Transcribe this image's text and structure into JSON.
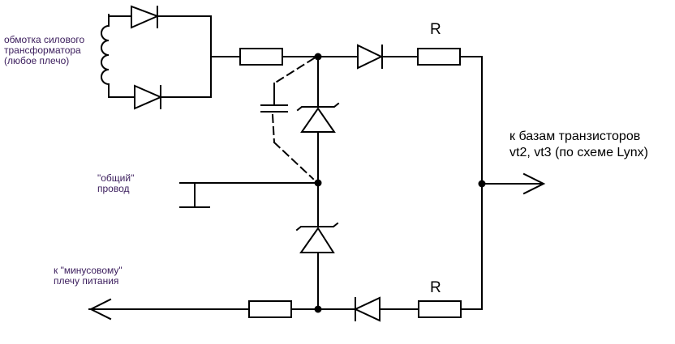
{
  "labels": {
    "winding": [
      "обмотка силового",
      "трансформатора",
      "(любое плечо)"
    ],
    "common": [
      "\"общий\"",
      "провод"
    ],
    "minus": [
      "к \"минусовому\"",
      "плечу питания"
    ],
    "output": [
      "к базам транзисторов",
      "vt2, vt3 (по схеме Lynx)"
    ],
    "r_top": "R",
    "r_bottom": "R"
  },
  "colors": {
    "line": "#000000",
    "label_text": "#3a1c5c"
  }
}
